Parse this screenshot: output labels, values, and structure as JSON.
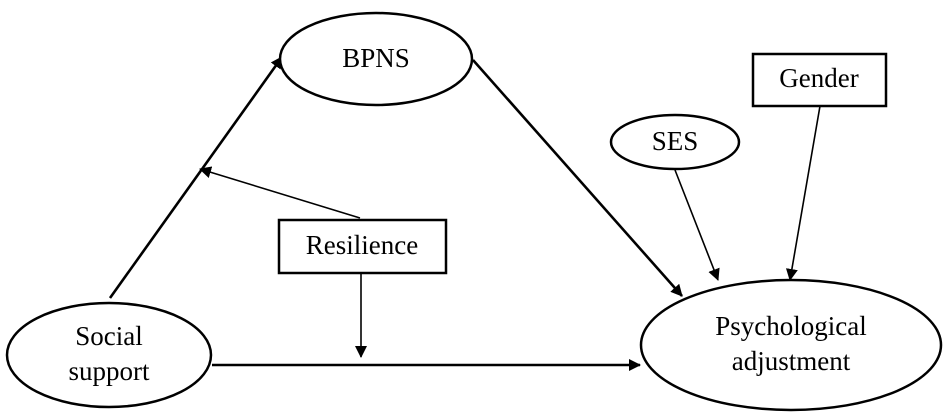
{
  "diagram": {
    "nodes": {
      "bpns": {
        "label": "BPNS",
        "shape": "ellipse"
      },
      "ses": {
        "label": "SES",
        "shape": "ellipse"
      },
      "gender": {
        "label": "Gender",
        "shape": "rectangle"
      },
      "resilience": {
        "label": "Resilience",
        "shape": "rectangle"
      },
      "social_support": {
        "label_line1": "Social",
        "label_line2": "support",
        "shape": "ellipse"
      },
      "psych_adjustment": {
        "label_line1": "Psychological",
        "label_line2": "adjustment",
        "shape": "ellipse"
      }
    },
    "edges": [
      {
        "from": "Social support",
        "to": "BPNS"
      },
      {
        "from": "BPNS",
        "to": "Psychological adjustment"
      },
      {
        "from": "Social support",
        "to": "Psychological adjustment"
      },
      {
        "from": "SES",
        "to": "Psychological adjustment"
      },
      {
        "from": "Gender",
        "to": "Psychological adjustment"
      },
      {
        "from": "Resilience",
        "to": "path Social support → BPNS"
      },
      {
        "from": "Resilience",
        "to": "path Social support → Psychological adjustment"
      }
    ],
    "colors": {
      "stroke": "#000000",
      "fill": "#ffffff",
      "text": "#000000"
    }
  }
}
